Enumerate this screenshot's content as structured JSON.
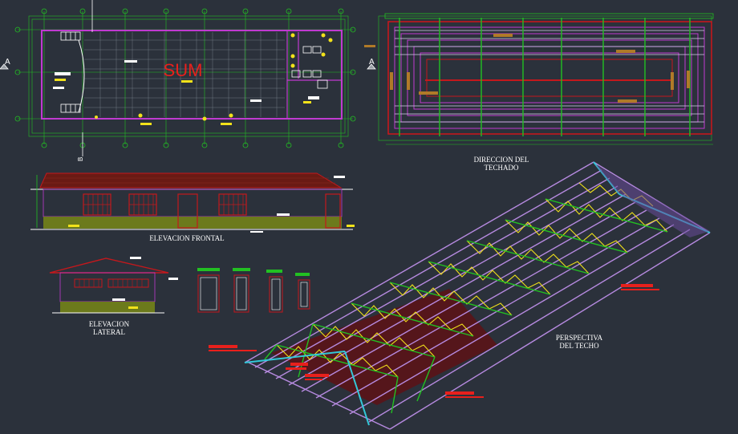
{
  "drawing": {
    "room_label": "SUM",
    "section_marks": [
      "A",
      "A",
      "B"
    ],
    "labels": {
      "roof_direction": [
        "DIRECCION DEL",
        "TECHADO"
      ],
      "front_elevation": "ELEVACION FRONTAL",
      "side_elevation": [
        "ELEVACION",
        "LATERAL"
      ],
      "roof_perspective": [
        "PERSPECTIVA",
        "DEL TECHO"
      ]
    }
  },
  "colors": {
    "background": "#2b313b",
    "grid_green": "#22c022",
    "wall_magenta": "#c03ad0",
    "roof_red": "#c4181c",
    "accent_yellow": "#f2e21a",
    "white": "#ffffff",
    "cyan": "#32c8d8"
  }
}
